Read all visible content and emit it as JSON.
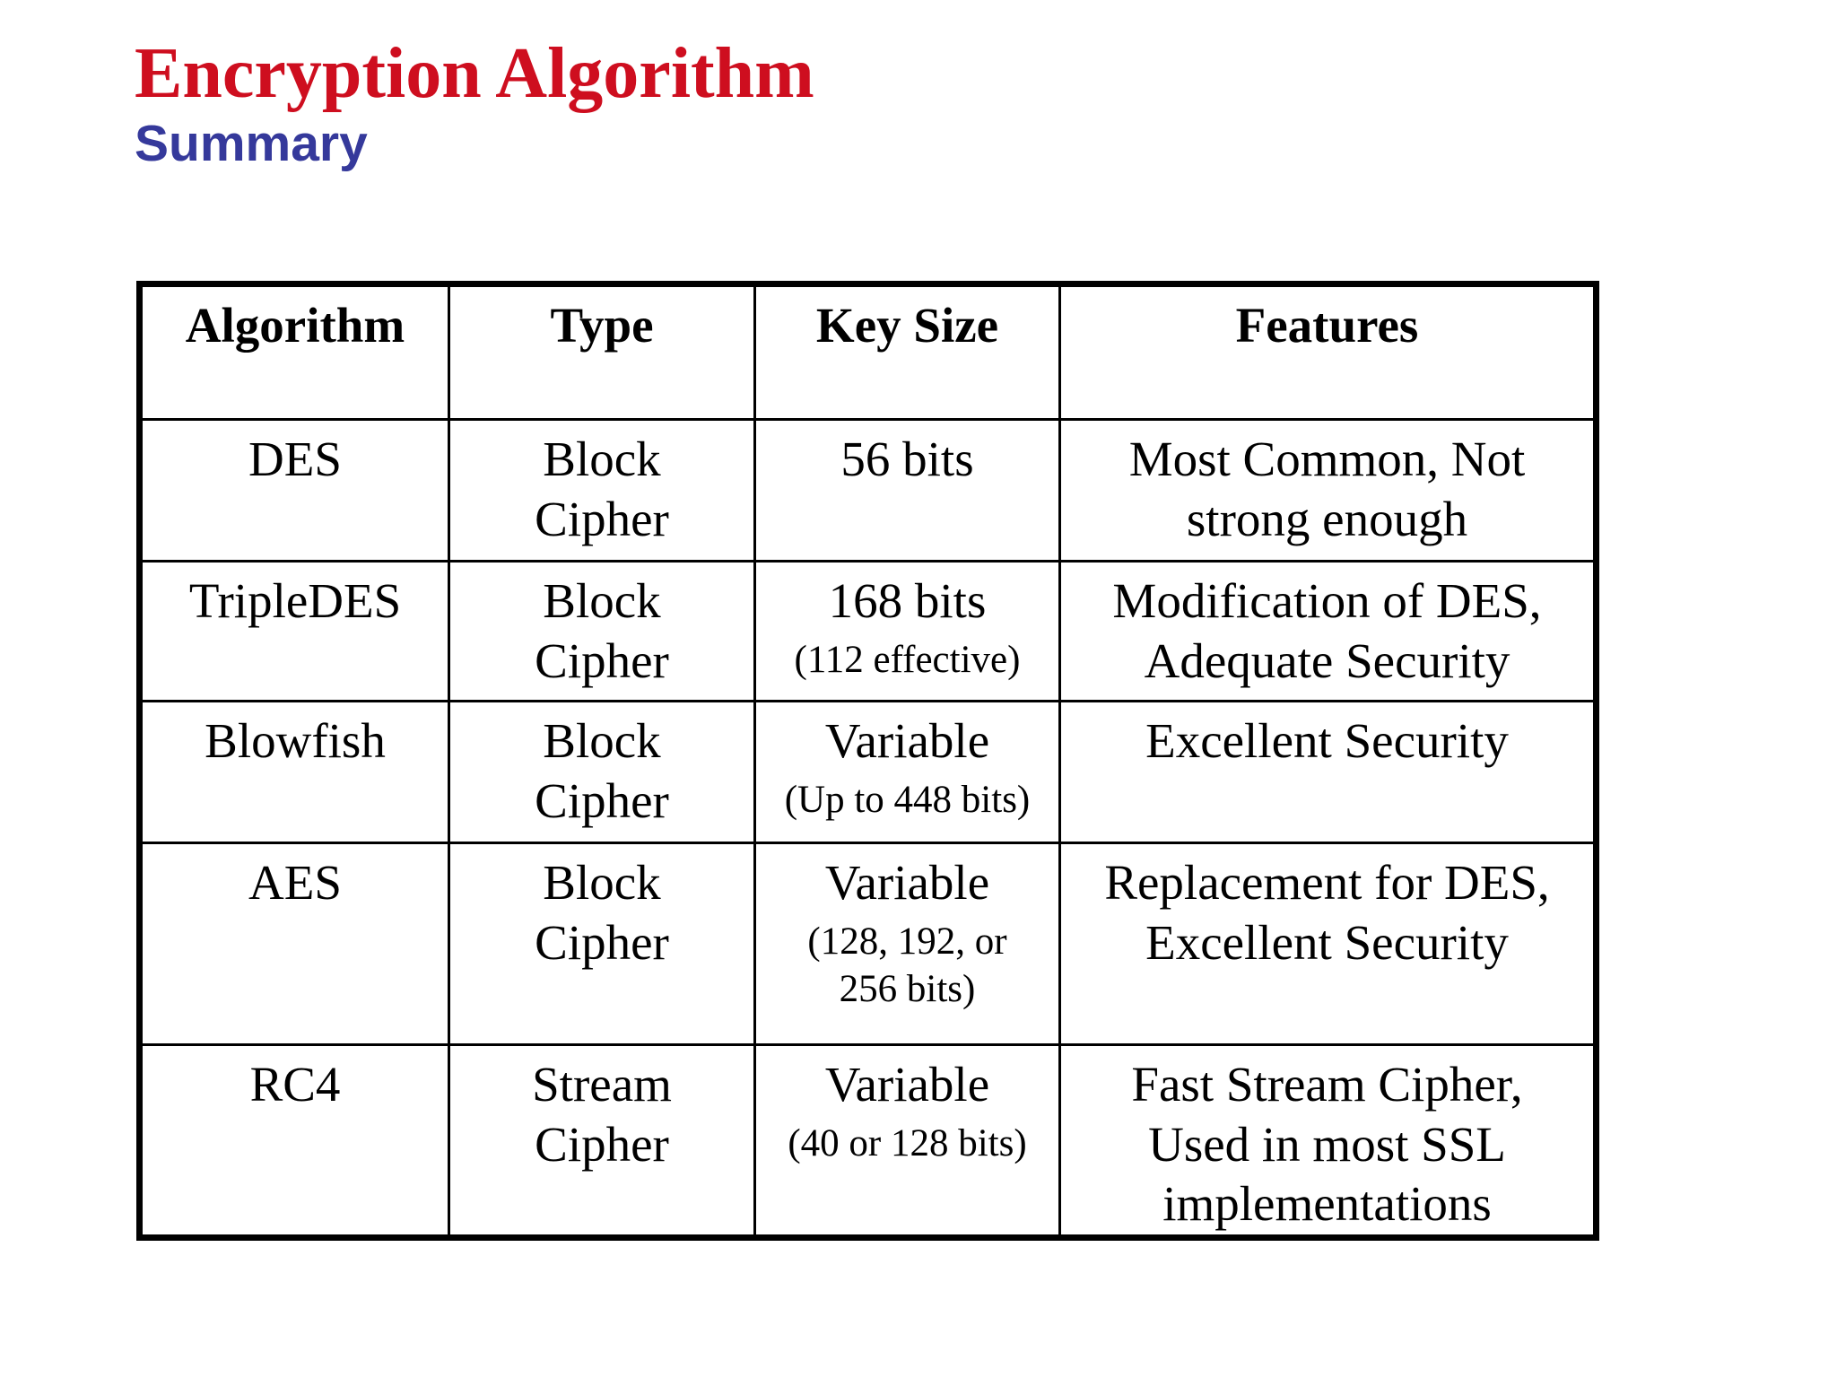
{
  "page": {
    "title": "Encryption Algorithm",
    "subtitle": "Summary"
  },
  "colors": {
    "title_red": "#CE0E1F",
    "subtitle_blue": "#35399B",
    "table_border": "#000000",
    "body_text": "#000000",
    "background": "#FFFFFF"
  },
  "table": {
    "headers": [
      "Algorithm",
      "Type",
      "Key Size",
      "Features"
    ],
    "rows": [
      {
        "algorithm": "DES",
        "type_lines": [
          "Block",
          "Cipher"
        ],
        "key_size": "56 bits",
        "key_size_note_lines": [],
        "features_lines": [
          "Most Common, Not",
          "strong enough"
        ]
      },
      {
        "algorithm": "TripleDES",
        "type_lines": [
          "Block",
          "Cipher"
        ],
        "key_size": "168 bits",
        "key_size_note_lines": [
          "(112 effective)"
        ],
        "features_lines": [
          "Modification of DES,",
          "Adequate Security"
        ]
      },
      {
        "algorithm": "Blowfish",
        "type_lines": [
          "Block",
          "Cipher"
        ],
        "key_size": "Variable",
        "key_size_note_lines": [
          "(Up to 448 bits)"
        ],
        "features_lines": [
          "Excellent Security"
        ]
      },
      {
        "algorithm": "AES",
        "type_lines": [
          "Block",
          "Cipher"
        ],
        "key_size": "Variable",
        "key_size_note_lines": [
          "(128, 192, or",
          "256 bits)"
        ],
        "features_lines": [
          "Replacement for DES,",
          "Excellent Security"
        ]
      },
      {
        "algorithm": "RC4",
        "type_lines": [
          "Stream",
          "Cipher"
        ],
        "key_size": "Variable",
        "key_size_note_lines": [
          "(40 or 128 bits)"
        ],
        "features_lines": [
          "Fast Stream Cipher,",
          "Used in most SSL",
          "implementations"
        ]
      }
    ]
  }
}
